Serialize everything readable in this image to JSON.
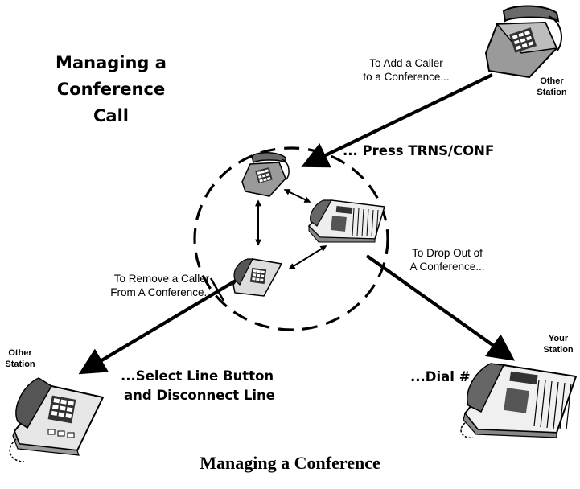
{
  "title": [
    "Managing  a",
    "Conference",
    "Call"
  ],
  "add_caller_note": [
    "To Add a Caller",
    "to a Conference..."
  ],
  "press_action": "... Press TRNS/CONF",
  "drop_out_note": [
    "To Drop Out of",
    "A Conference..."
  ],
  "remove_caller_note": [
    "To Remove a Caller",
    "From A Conference..."
  ],
  "select_action": [
    "...Select Line Button",
    "and Disconnect Line"
  ],
  "dial_action": "...Dial #",
  "other_station_top": [
    "Other",
    "Station"
  ],
  "other_station_left": [
    "Other",
    "Station"
  ],
  "your_station": [
    "Your",
    "Station"
  ],
  "caption": "Managing a Conference"
}
